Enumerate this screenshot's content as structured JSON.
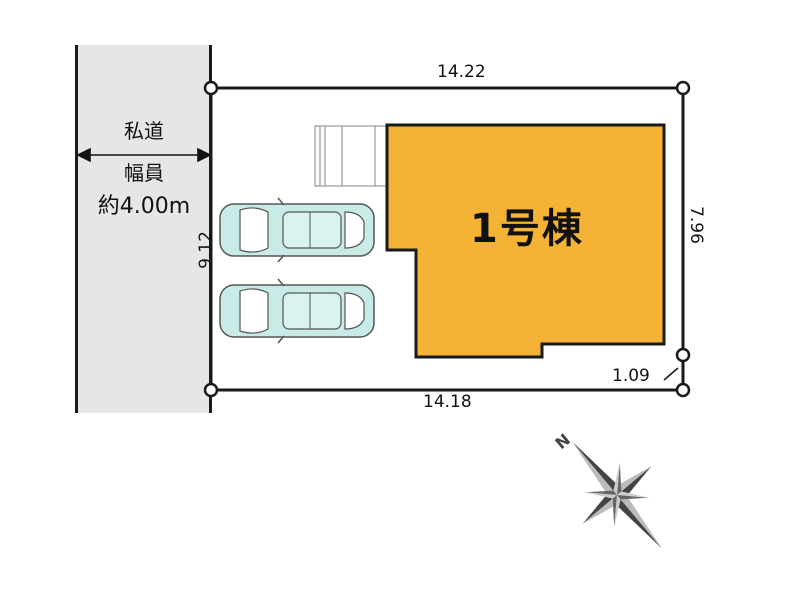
{
  "road": {
    "name": "私道",
    "width_label": "幅員",
    "width_value": "約4.00m"
  },
  "dimensions": {
    "top": "14.22",
    "bottom": "14.18",
    "left": "9.12",
    "right": "7.96",
    "corner": "1.09"
  },
  "building": {
    "label": "1号棟",
    "color": "#f5b335"
  },
  "compass": {
    "north_label": "N"
  },
  "colors": {
    "road": "#e6e6e6",
    "car": "#c9ebe7",
    "lines": "#1a1a1a"
  }
}
